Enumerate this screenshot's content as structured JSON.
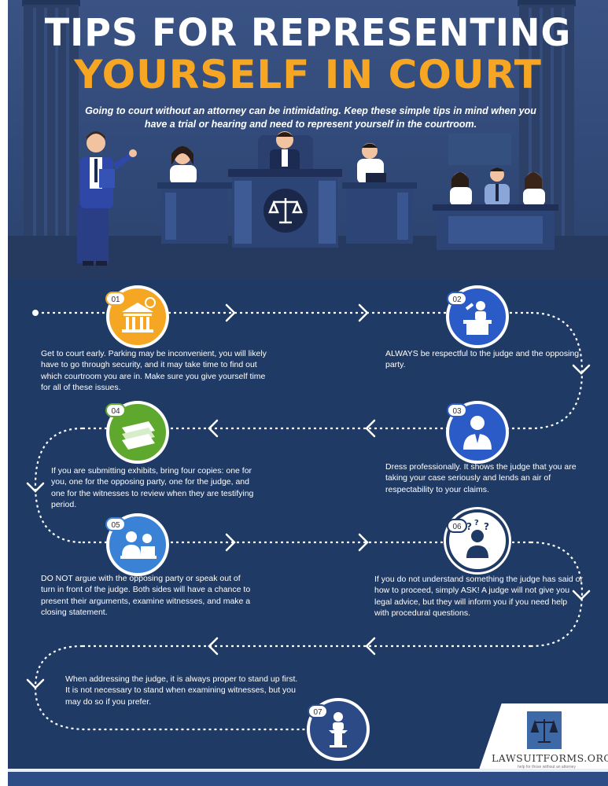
{
  "header": {
    "title_line1": "TIPS FOR REPRESENTING",
    "title_line2": "YOURSELF IN COURT",
    "subtitle": "Going to court without an attorney can be intimidating.  Keep these simple tips in mind when you have a trial or hearing and need to represent yourself in the courtroom."
  },
  "colors": {
    "header_bg": "#3a5384",
    "main_bg": "#1f3a64",
    "title_accent": "#f6a623",
    "step_orange": "#f5a623",
    "step_blue": "#2a5bc7",
    "step_green": "#5fa82e",
    "step_light_blue": "#3a82d6",
    "step_navy": "#2b4a86"
  },
  "steps": [
    {
      "number": "01",
      "icon": "courthouse-icon",
      "text": "Get to court early.  Parking may be inconvenient, you will likely have to go through security, and it may take time to find out which courtroom you are in.  Make sure you give yourself time for all of these issues."
    },
    {
      "number": "02",
      "icon": "judge-at-bench-icon",
      "text": "ALWAYS be respectful to the judge and the opposing party."
    },
    {
      "number": "03",
      "icon": "professional-man-icon",
      "text": "Dress professionally.  It shows the judge that you are taking your case seriously and lends an air of respectability to your claims."
    },
    {
      "number": "04",
      "icon": "document-stack-icon",
      "text": "If you are submitting exhibits, bring four copies: one for you, one for the opposing party, one for the judge, and one for the witnesses to review when they are testifying period."
    },
    {
      "number": "05",
      "icon": "people-at-desk-icon",
      "text": "DO NOT argue with the opposing party or speak out of turn in front of the judge.  Both sides will have a chance to present their arguments, examine witnesses, and make a closing statement."
    },
    {
      "number": "06",
      "icon": "question-person-icon",
      "text": "If you do not understand something the judge has said or how to proceed, simply ASK!  A judge will not give you legal advice, but they will inform you if you need help with procedural questions."
    },
    {
      "number": "07",
      "icon": "podium-speaker-icon",
      "text": "When addressing the judge, it is always proper to stand up first.  It is not necessary to stand when examining witnesses, but you may do so if you prefer."
    }
  ],
  "logo": {
    "name": "LAWSUITFORMS.ORG",
    "tagline": "help for those without an attorney"
  }
}
